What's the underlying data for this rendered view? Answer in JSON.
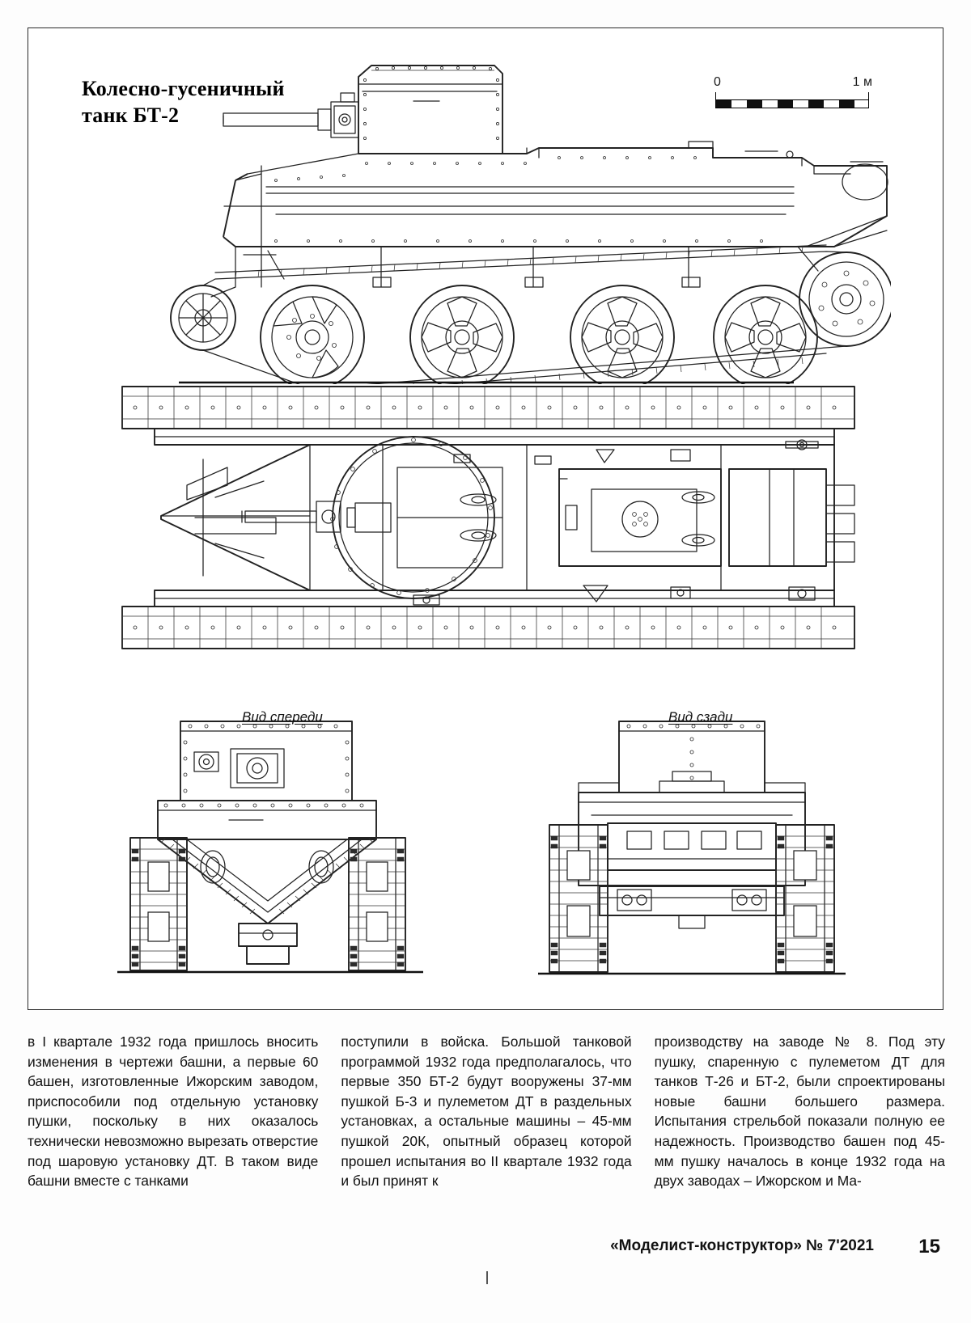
{
  "page": {
    "title_line1": "Колесно-гусеничный",
    "title_line2": "танк БТ-2",
    "page_number": "15",
    "journal": "«Моделист-конструктор» № 7'2021"
  },
  "scale": {
    "label_start": "0",
    "label_end": "1 м",
    "segments": 10,
    "meters": 1
  },
  "views": {
    "side": "side-view-bt2",
    "top": "top-view-bt2",
    "front_caption": "Вид спереди",
    "rear_caption": "Вид сзади"
  },
  "article": {
    "column1": "в I квартале 1932 года пришлось вносить изменения в чертежи башни, а первые 60 башен, изготовленные Ижорским заводом, приспособили под отдельную установку пушки, поскольку в них оказалось технически невозможно вырезать отверстие под шаровую установку ДТ. В таком виде башни вместе с танками",
    "column2": "поступили в войска. Большой танковой программой 1932 года предполагалось, что первые 350 БТ-2 будут вооружены 37-мм пушкой Б-3 и пулеметом ДТ в раздельных установках, а остальные машины – 45-мм пушкой 20К, опытный образец которой прошел испытания во II квартале 1932 года и был принят к",
    "column3": "производству на заводе № 8. Под эту пушку, спаренную с пулеметом ДТ для танков Т-26 и БТ-2, были спроектированы новые башни большего размера. Испытания стрельбой показали полную ее надежность. Производство башен под 45-мм пушку началось в конце 1932 года на двух заводах – Ижорском и Ма-"
  },
  "colors": {
    "ink": "#222222",
    "paper": "#ffffff",
    "scale_dark": "#111111"
  }
}
